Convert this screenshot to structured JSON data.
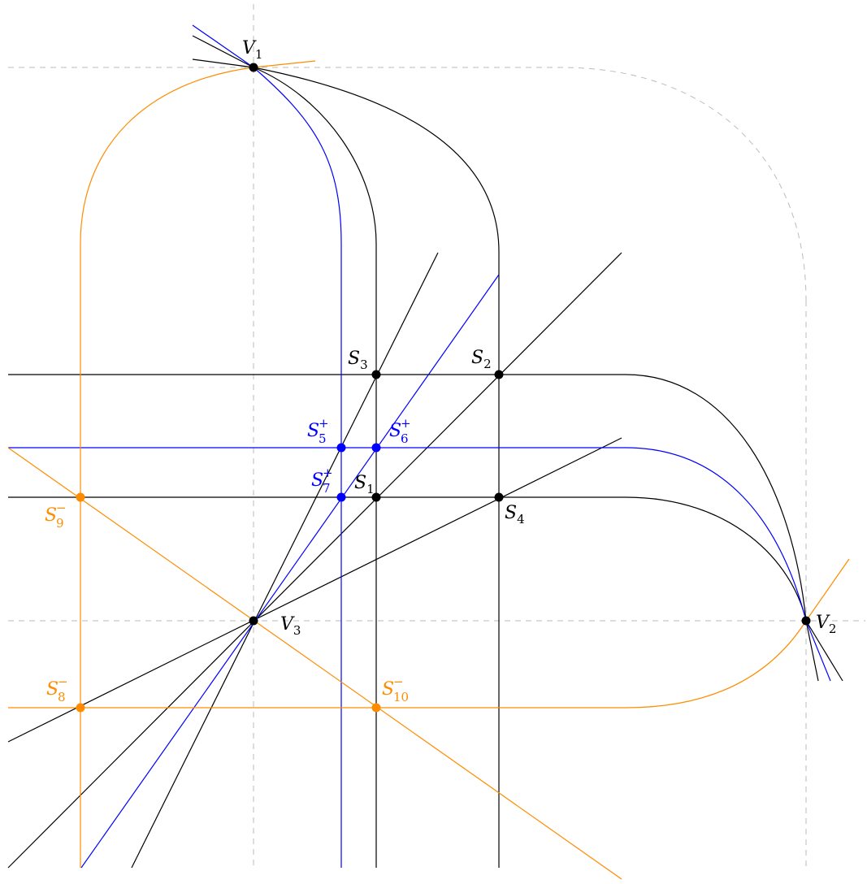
{
  "colors": {
    "black": "#000000",
    "blue": "#0000ff",
    "orange": "#ff8c00",
    "guide": "#bbbbbb"
  },
  "labels": {
    "V1": {
      "base": "V",
      "sub": "1",
      "sup": ""
    },
    "V2": {
      "base": "V",
      "sub": "2",
      "sup": ""
    },
    "V3": {
      "base": "V",
      "sub": "3",
      "sup": ""
    },
    "S1": {
      "base": "S",
      "sub": "1",
      "sup": ""
    },
    "S2": {
      "base": "S",
      "sub": "2",
      "sup": ""
    },
    "S3": {
      "base": "S",
      "sub": "3",
      "sup": ""
    },
    "S4": {
      "base": "S",
      "sub": "4",
      "sup": ""
    },
    "S5": {
      "base": "S",
      "sub": "5",
      "sup": "+"
    },
    "S6": {
      "base": "S",
      "sub": "6",
      "sup": "+"
    },
    "S7": {
      "base": "S",
      "sub": "7",
      "sup": "+"
    },
    "S8": {
      "base": "S",
      "sub": "8",
      "sup": "−"
    },
    "S9": {
      "base": "S",
      "sub": "9",
      "sup": "−"
    },
    "S10": {
      "base": "S",
      "sub": "10",
      "sup": "−"
    }
  }
}
